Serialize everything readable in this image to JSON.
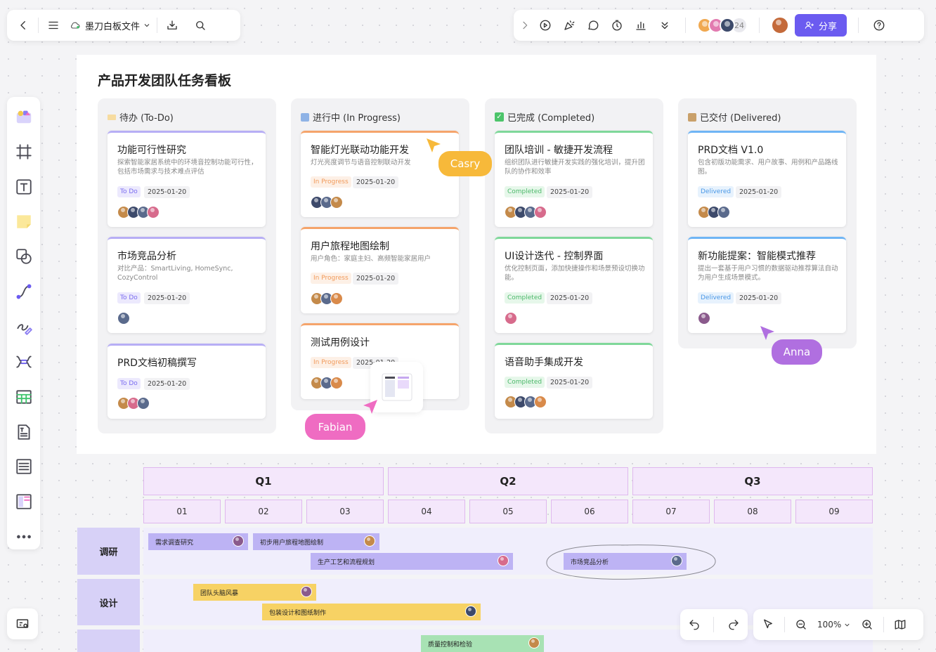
{
  "toolbar": {
    "file_name": "墨刀白板文件",
    "avatar_count": "24",
    "share_label": "分享"
  },
  "board": {
    "title": "产品开发团队任务看板",
    "columns": [
      {
        "title": "待办 (To-Do)",
        "icon": "memo-icon",
        "accent": "#b7aef5",
        "cards": [
          {
            "title": "功能可行性研究",
            "desc": "探索智能家居系统中的环境音控制功能可行性，包括市场需求与技术难点评估",
            "tag": "To Do",
            "date": "2025-01-20"
          },
          {
            "title": "市场竞品分析",
            "desc": "对比产品：SmartLiving, HomeSync, CozyControl",
            "tag": "To Do",
            "date": "2025-01-20"
          },
          {
            "title": "PRD文档初稿撰写",
            "desc": "",
            "tag": "To Do",
            "date": "2025-01-20"
          }
        ]
      },
      {
        "title": "进行中 (In Progress)",
        "icon": "refresh-icon",
        "accent": "#f5a46b",
        "cards": [
          {
            "title": "智能灯光联动功能开发",
            "desc": "灯光亮度调节与语音控制联动开发",
            "tag": "In Progress",
            "date": "2025-01-20"
          },
          {
            "title": "用户旅程地图绘制",
            "desc": "用户角色：家庭主妇、高频智能家居用户",
            "tag": "In Progress",
            "date": "2025-01-20"
          },
          {
            "title": "测试用例设计",
            "desc": "",
            "tag": "In Progress",
            "date": "2025-01-20"
          }
        ]
      },
      {
        "title": "已完成 (Completed)",
        "icon": "check-icon",
        "accent": "#7fd89a",
        "cards": [
          {
            "title": "团队培训 - 敏捷开发流程",
            "desc": "组织团队进行敏捷开发实践的强化培训，提升团队的协作和效率",
            "tag": "Completed",
            "date": "2025-01-20"
          },
          {
            "title": "UI设计迭代 - 控制界面",
            "desc": "优化控制页面，添加快捷操作和场景预设切换功能。",
            "tag": "Completed",
            "date": "2025-01-20"
          },
          {
            "title": "语音助手集成开发",
            "desc": "",
            "tag": "Completed",
            "date": "2025-01-20"
          }
        ]
      },
      {
        "title": "已交付 (Delivered)",
        "icon": "package-icon",
        "accent": "#6fb5f5",
        "cards": [
          {
            "title": "PRD文档 V1.0",
            "desc": "包含初版功能需求、用户故事、用例和产品路线图。",
            "tag": "Delivered",
            "date": "2025-01-20"
          },
          {
            "title": "新功能提案：智能模式推荐",
            "desc": "提出一套基于用户习惯的数据驱动推荐算法自动为用户生成场景模式。",
            "tag": "Delivered",
            "date": "2025-01-20"
          }
        ]
      }
    ]
  },
  "cursors": [
    {
      "name": "Casry",
      "color": "#f7b93a"
    },
    {
      "name": "Fabian",
      "color": "#ef6cc2"
    },
    {
      "name": "Anna",
      "color": "#b06fe0"
    }
  ],
  "timeline": {
    "quarters": [
      "Q1",
      "Q2",
      "Q3"
    ],
    "months": [
      "01",
      "02",
      "03",
      "04",
      "05",
      "06",
      "07",
      "08",
      "09"
    ],
    "rows": [
      "调研",
      "设计"
    ],
    "bars": [
      {
        "label": "需求调查研究",
        "color": "#bdb3f4"
      },
      {
        "label": "初步用户旅程地图绘制",
        "color": "#bdb3f4"
      },
      {
        "label": "生产工艺和流程规划",
        "color": "#bdb3f4"
      },
      {
        "label": "市场竞品分析",
        "color": "#bdb3f4"
      },
      {
        "label": "团队头脑风暴",
        "color": "#f7d264"
      },
      {
        "label": "包装设计和图纸制作",
        "color": "#f7d264"
      },
      {
        "label": "质量控制和检验",
        "color": "#a8e2b4"
      }
    ]
  },
  "zoom": {
    "level": "100%"
  },
  "colors": {
    "brand": "#6b5bf0"
  }
}
